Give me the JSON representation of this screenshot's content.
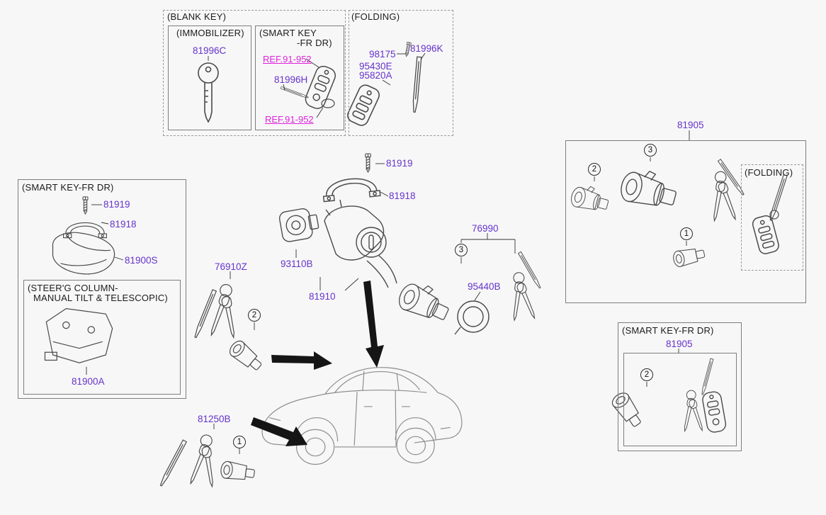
{
  "colors": {
    "part_number": "#6633cc",
    "ref_link": "#dd22dd",
    "line": "#4a4a4a"
  },
  "callouts": {
    "one": "1",
    "two": "2",
    "three": "3"
  },
  "blank_key_box": {
    "label": "(BLANK KEY)",
    "immobilizer": {
      "label": "(IMMOBILIZER)",
      "part": "81996C"
    },
    "smart_key": {
      "label_line1": "(SMART KEY",
      "label_line2": "-FR DR)",
      "ref_top": "REF.91-952",
      "part": "81996H",
      "ref_bottom": "REF.91-952"
    }
  },
  "folding_box": {
    "label": "(FOLDING)",
    "part_98175": "98175",
    "part_81996K": "81996K",
    "part_95430E": "95430E",
    "part_95820A": "95820A"
  },
  "key_set_box": {
    "part": "81905",
    "folding_label": "(FOLDING)"
  },
  "smart_key_fr_dr_box": {
    "label": "(SMART KEY-FR DR)",
    "part_81919": "81919",
    "part_81918": "81918",
    "part_81900S": "81900S",
    "steering_column_box": {
      "label_line1": "(STEER'G COLUMN-",
      "label_line2": "MANUAL TILT & TELESCOPIC)",
      "part": "81900A"
    }
  },
  "main_diagram": {
    "part_81919": "81919",
    "part_81918": "81918",
    "part_93110B": "93110B",
    "part_81910": "81910",
    "part_76910Z": "76910Z",
    "part_76990": "76990",
    "part_95440B": "95440B",
    "part_81250B": "81250B"
  },
  "smart_key_fr_dr_box_2": {
    "label": "(SMART KEY-FR DR)",
    "part": "81905"
  }
}
